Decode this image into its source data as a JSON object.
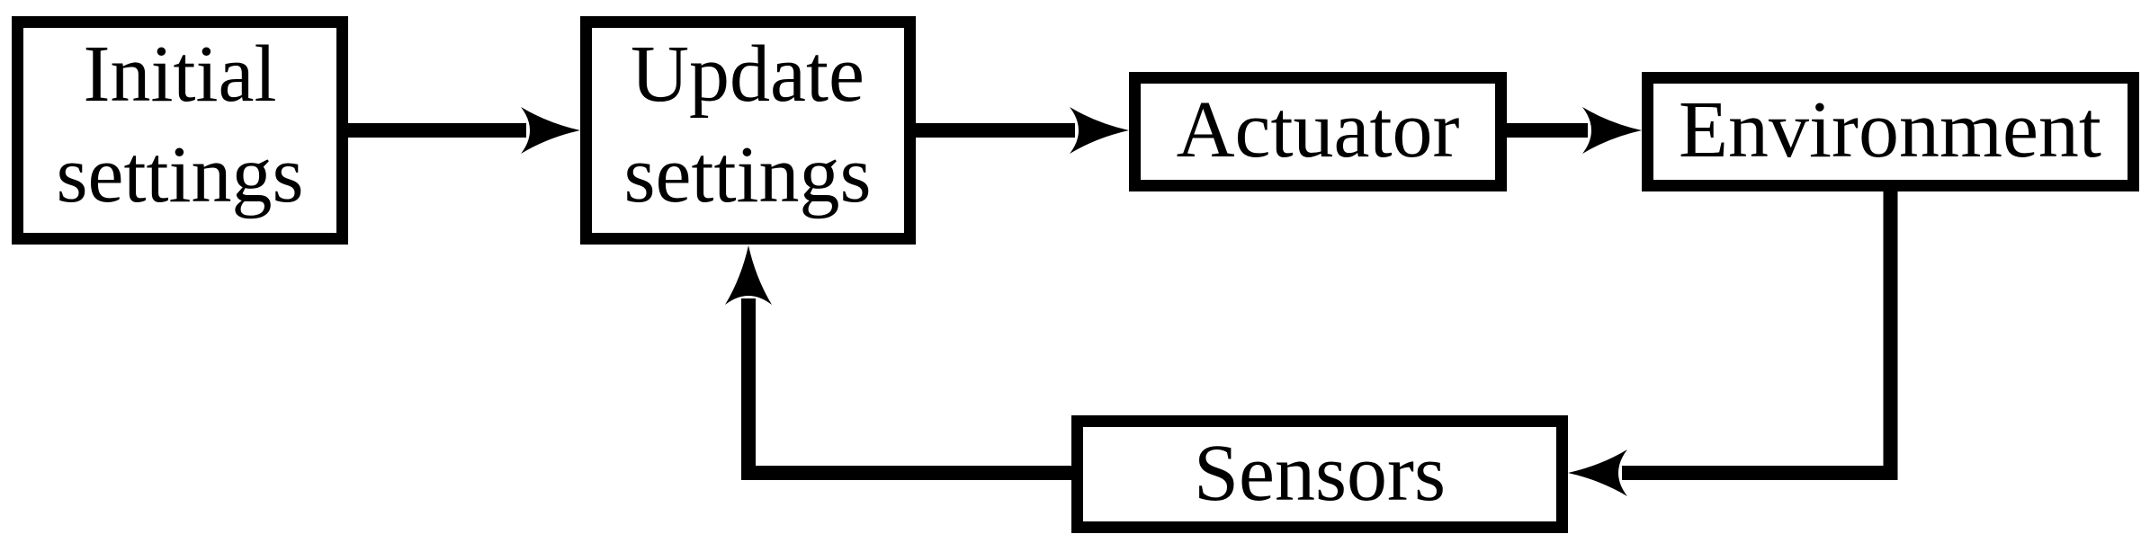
{
  "diagram": {
    "type": "flowchart-feedback-loop",
    "colors": {
      "stroke": "#000000",
      "box_fill": "#ffffff",
      "background": "#ffffff"
    },
    "nodes": {
      "initial": {
        "line1": "Initial",
        "line2": "settings",
        "label": "Initial settings"
      },
      "update": {
        "line1": "Update",
        "line2": "settings",
        "label": "Update settings"
      },
      "actuator": {
        "label": "Actuator"
      },
      "environment": {
        "label": "Environment"
      },
      "sensors": {
        "label": "Sensors"
      }
    },
    "edges": [
      {
        "from": "Initial settings",
        "to": "Update settings",
        "style": "straight-right"
      },
      {
        "from": "Update settings",
        "to": "Actuator",
        "style": "straight-right"
      },
      {
        "from": "Actuator",
        "to": "Environment",
        "style": "straight-right"
      },
      {
        "from": "Environment",
        "to": "Sensors",
        "style": "down-then-left"
      },
      {
        "from": "Sensors",
        "to": "Update settings",
        "style": "left-then-up"
      }
    ]
  }
}
